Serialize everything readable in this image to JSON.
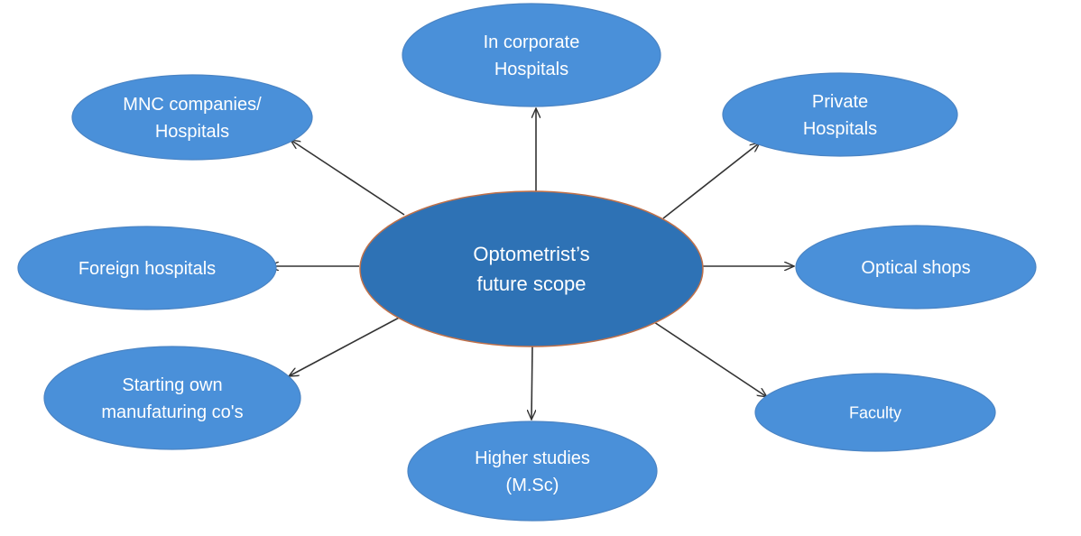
{
  "center": {
    "lines": [
      "Optometrist’s",
      "future scope"
    ]
  },
  "nodes": [
    {
      "id": "corporate",
      "lines": [
        "In corporate",
        "Hospitals"
      ]
    },
    {
      "id": "private",
      "lines": [
        "Private",
        "Hospitals"
      ]
    },
    {
      "id": "optical",
      "lines": [
        "Optical shops"
      ]
    },
    {
      "id": "faculty",
      "lines": [
        "Faculty"
      ]
    },
    {
      "id": "higher",
      "lines": [
        "Higher studies",
        "(M.Sc)"
      ]
    },
    {
      "id": "manufacturing",
      "lines": [
        "Starting own",
        "manufaturing co's"
      ]
    },
    {
      "id": "foreign",
      "lines": [
        "Foreign hospitals"
      ]
    },
    {
      "id": "mnc",
      "lines": [
        "MNC companies/",
        "Hospitals"
      ]
    }
  ],
  "colors": {
    "node_fill": "#4a90d9",
    "node_stroke": "#4a84c4",
    "center_fill": "#2e72b5",
    "center_stroke": "#c0714a",
    "text": "#ffffff",
    "arrow": "#333333"
  }
}
